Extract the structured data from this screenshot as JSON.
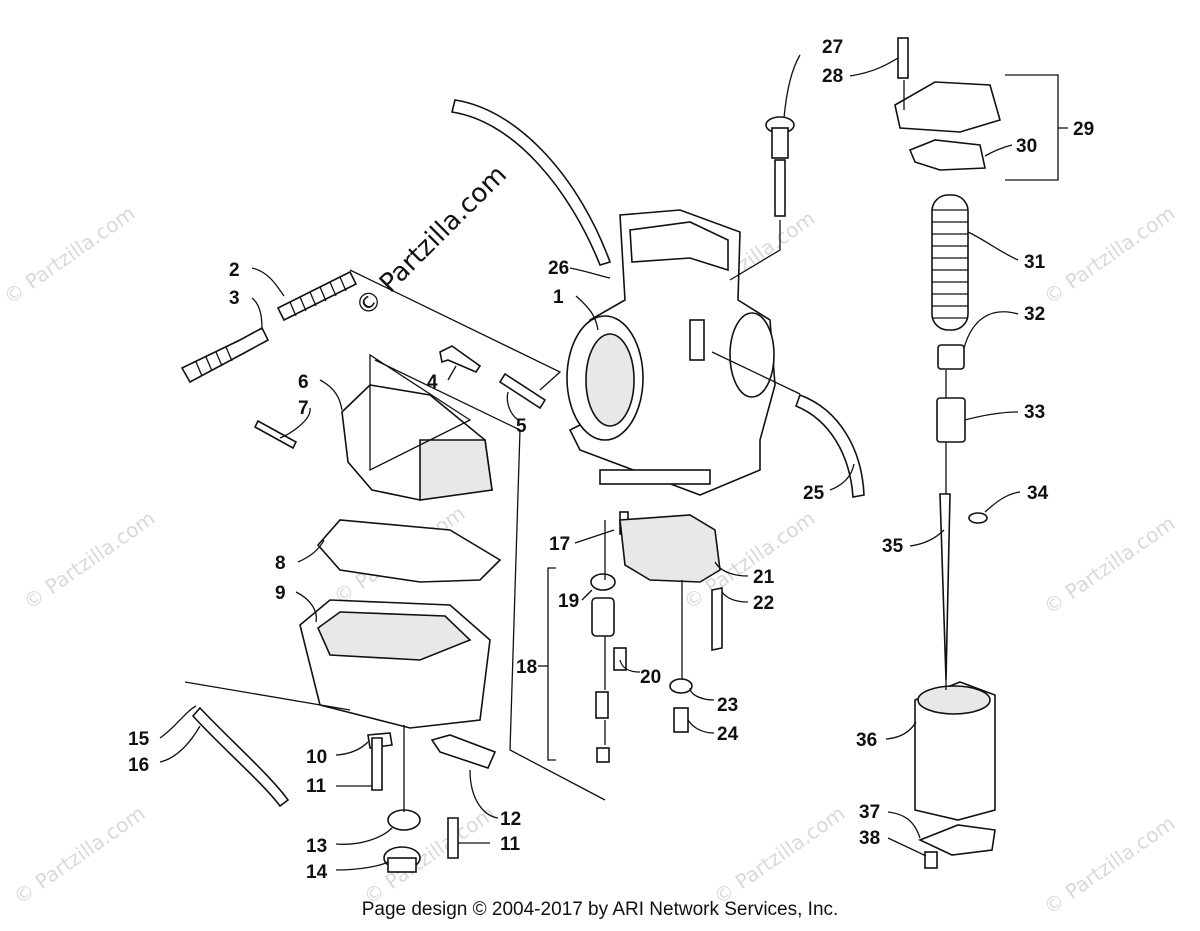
{
  "watermark": "© Partzilla.com",
  "watermark_small": "© Partzilla.com",
  "footer": "Page design © 2004-2017 by ARI Network Services, Inc.",
  "callouts": [
    "1",
    "2",
    "3",
    "4",
    "5",
    "6",
    "7",
    "8",
    "9",
    "10",
    "11",
    "11",
    "12",
    "13",
    "14",
    "15",
    "16",
    "17",
    "18",
    "19",
    "20",
    "21",
    "22",
    "23",
    "24",
    "25",
    "26",
    "27",
    "28",
    "29",
    "30",
    "31",
    "32",
    "33",
    "34",
    "35",
    "36",
    "37",
    "38"
  ]
}
